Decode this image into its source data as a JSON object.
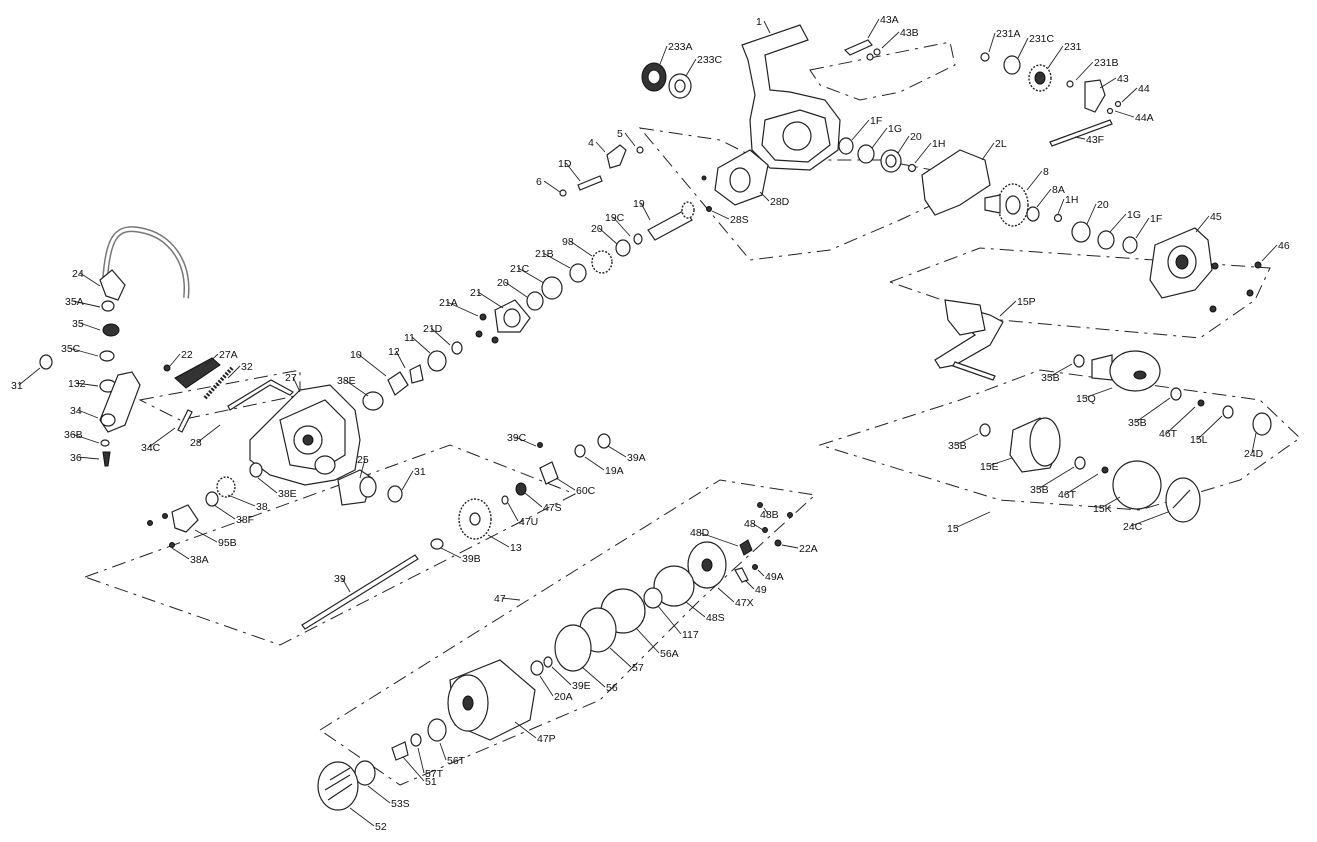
{
  "labels": [
    "1",
    "43A",
    "43B",
    "233A",
    "233C",
    "231A",
    "231C",
    "231",
    "231B",
    "43",
    "44",
    "44A",
    "43F",
    "1F",
    "1G",
    "20",
    "1H",
    "2L",
    "5",
    "4",
    "1D",
    "6",
    "28D",
    "28S",
    "19",
    "19C",
    "20",
    "98",
    "21B",
    "21C",
    "21",
    "20",
    "21A",
    "21D",
    "11",
    "12",
    "10",
    "8",
    "8A",
    "1H",
    "20",
    "1G",
    "1F",
    "45",
    "46",
    "15P",
    "35B",
    "15Q",
    "35B",
    "46T",
    "15L",
    "24D",
    "35B",
    "15E",
    "35B",
    "46T",
    "15K",
    "24C",
    "15",
    "24",
    "35A",
    "35",
    "35C",
    "31",
    "132",
    "34",
    "36B",
    "36",
    "22",
    "27A",
    "32",
    "34C",
    "28",
    "27",
    "38E",
    "38E",
    "38",
    "38F",
    "95B",
    "38A",
    "25",
    "31",
    "39C",
    "19A",
    "39A",
    "60C",
    "47S",
    "47U",
    "13",
    "39B",
    "39",
    "48B",
    "48",
    "48D",
    "22A",
    "49A",
    "49",
    "47X",
    "48S",
    "117",
    "56A",
    "57",
    "56",
    "39E",
    "20A",
    "47",
    "47P",
    "56T",
    "57T",
    "51",
    "53S",
    "52"
  ],
  "group_boxes": 7
}
